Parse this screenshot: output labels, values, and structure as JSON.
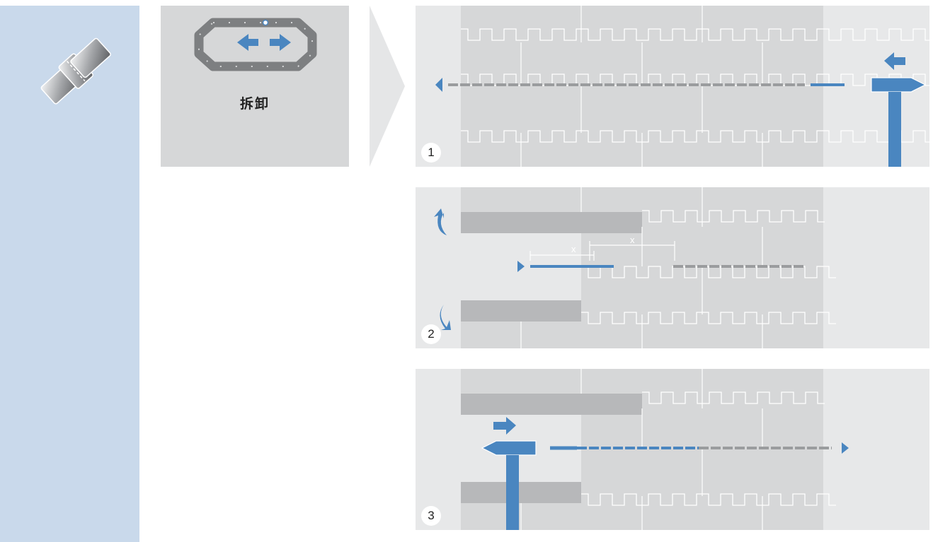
{
  "overview": {
    "label": "拆卸"
  },
  "steps": [
    {
      "number": "1"
    },
    {
      "number": "2",
      "dimension_label_1": "x",
      "dimension_label_2": "x"
    },
    {
      "number": "3"
    }
  ],
  "colors": {
    "sidebar": "#c9d9eb",
    "panel_background": "#e7e8e9",
    "chain_block": "#d6d7d8",
    "chain_outline": "#ffffff",
    "accent_blue": "#4a86c0",
    "chain_gray": "#7d7f81"
  },
  "icons": {
    "sidebar": "chain-link-icon",
    "overview": "chain-loop-with-arrows-icon",
    "arrow": "chevron-arrow-right-icon",
    "hammer": "hammer-icon",
    "rotate": "curved-arrow-icon"
  }
}
